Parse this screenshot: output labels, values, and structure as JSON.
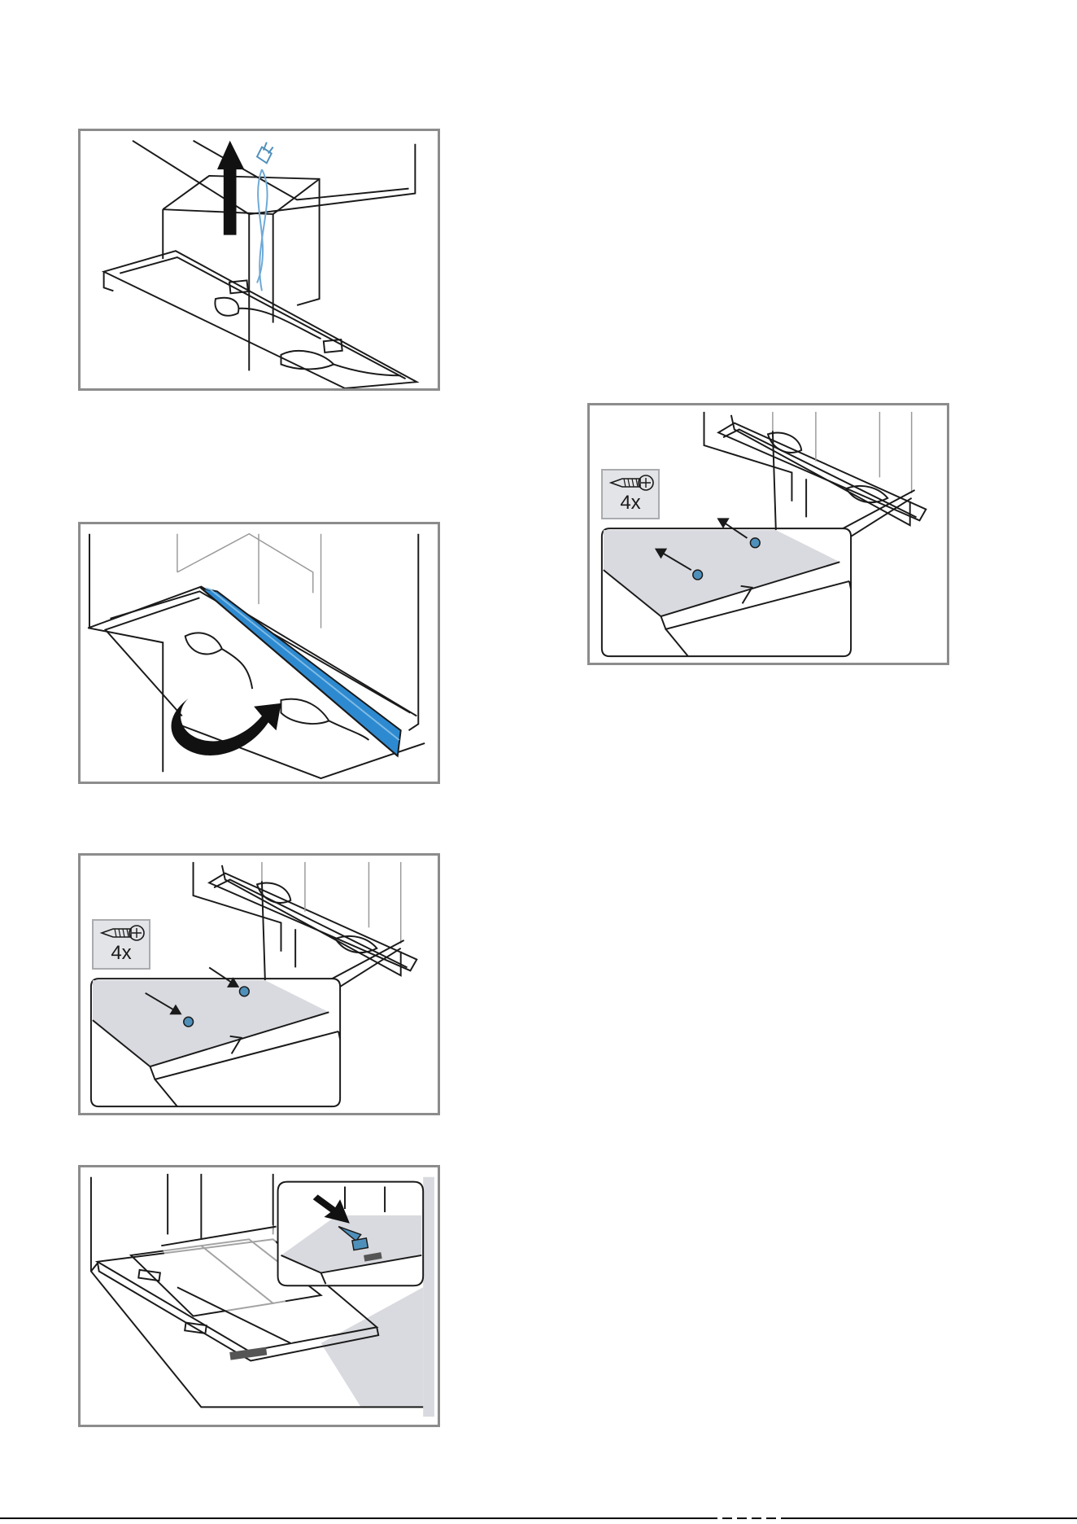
{
  "page": {
    "figures": [
      {
        "name": "remove-box"
      },
      {
        "name": "fold-panel"
      },
      {
        "name": "screw-fasten",
        "badge_quantity": "4x",
        "badge_icon": "screw-icon"
      },
      {
        "name": "screw-remove",
        "badge_quantity": "4x",
        "badge_icon": "screw-icon"
      },
      {
        "name": "filter-clip"
      }
    ]
  },
  "colors": {
    "frame": "#8c8c8c",
    "line": "#1a1a1a",
    "accent_blue": "#2e8ad0",
    "screw_blue": "#4f90bb",
    "inset_fill": "#d9dadf",
    "badge_fill": "#e3e4e7"
  }
}
